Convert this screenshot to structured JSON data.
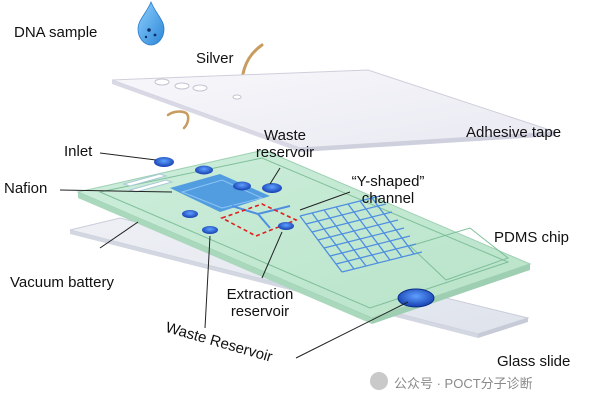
{
  "labels": {
    "dna_sample": "DNA sample",
    "silver": "Silver",
    "adhesive_tape": "Adhesive tape",
    "inlet": "Inlet",
    "waste_reservoir_top_line1": "Waste",
    "waste_reservoir_top_line2": "reservoir",
    "nafion": "Nafion",
    "y_shaped_line1": "“Y-shaped”",
    "y_shaped_line2": "channel",
    "pdms_chip": "PDMS chip",
    "vacuum_battery": "Vacuum battery",
    "extraction_line1": "Extraction",
    "extraction_line2": "reservoir",
    "waste_reservoir_bottom": "Waste Reservoir",
    "glass_slide": "Glass slide"
  },
  "watermark": {
    "text": "公众号 · POCT分子诊断"
  },
  "colors": {
    "drop": "#4aa6e6",
    "chip_green": "#bfe8cf",
    "reservoir_blue": "#1f5fd8",
    "nafion_blue": "#3d8fe0",
    "highlight_red": "#e02020"
  }
}
